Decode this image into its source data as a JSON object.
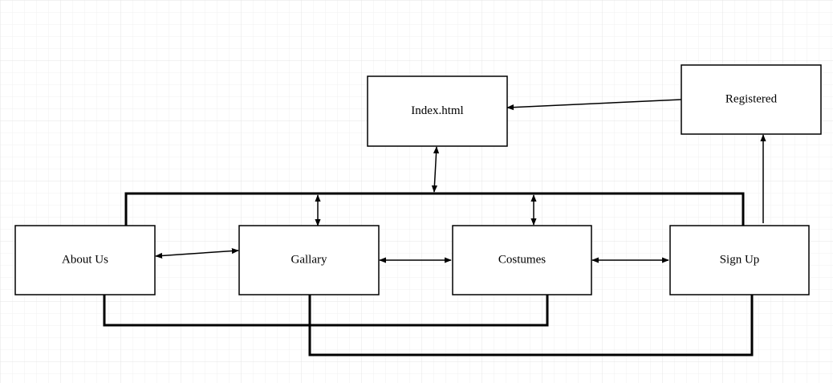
{
  "diagram": {
    "nodes": {
      "index": {
        "label": "Index.html"
      },
      "registered": {
        "label": "Registered"
      },
      "about": {
        "label": "About Us"
      },
      "gallary": {
        "label": "Gallary"
      },
      "costumes": {
        "label": "Costumes"
      },
      "signup": {
        "label": "Sign Up"
      }
    },
    "edges": [
      {
        "from": "registered",
        "to": "index",
        "direction": "one-way"
      },
      {
        "from": "index",
        "to": "nav-bus",
        "direction": "two-way"
      },
      {
        "from": "gallary",
        "to": "nav-bus",
        "direction": "two-way"
      },
      {
        "from": "costumes",
        "to": "nav-bus",
        "direction": "two-way"
      },
      {
        "from": "about",
        "to": "gallary",
        "direction": "two-way"
      },
      {
        "from": "gallary",
        "to": "costumes",
        "direction": "two-way"
      },
      {
        "from": "costumes",
        "to": "signup",
        "direction": "two-way"
      },
      {
        "from": "signup",
        "to": "registered",
        "direction": "one-way"
      },
      {
        "from": "about",
        "to": "costumes",
        "direction": "line"
      },
      {
        "from": "gallary",
        "to": "signup",
        "direction": "line"
      }
    ],
    "colors": {
      "grid": "#ececec",
      "stroke": "#000000",
      "box_fill": "#ffffff"
    }
  }
}
